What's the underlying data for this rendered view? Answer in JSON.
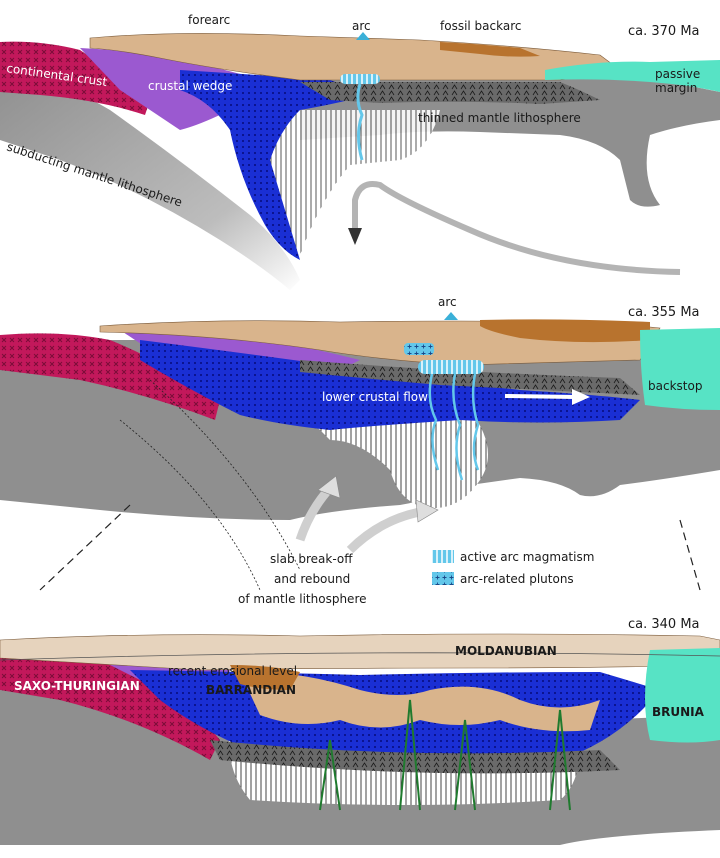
{
  "colors": {
    "mantle_gray": "#8f8f8f",
    "continental_crust": "#c2185b",
    "crustal_wedge": "#9b59d0",
    "lower_crust_blue": "#1a2fd4",
    "upper_crust_tan": "#d9b48c",
    "fossil_backarc_brown": "#b8732e",
    "passive_margin": "#57e3c5",
    "arc_magma": "#63c7ea",
    "dark_band": "#5a5a5a"
  },
  "panels": [
    {
      "age": "ca. 370 Ma",
      "labels": {
        "forearc": "forearc",
        "arc": "arc",
        "fossil_backarc": "fossil backarc",
        "passive_margin_1": "passive",
        "passive_margin_2": "margin",
        "continental_crust": "continental crust",
        "crustal_wedge": "crustal wedge",
        "thinned_mantle": "thinned mantle lithosphere",
        "subducting_mantle": "subducting mantle lithosphere"
      }
    },
    {
      "age": "ca. 355 Ma",
      "labels": {
        "arc": "arc",
        "backstop": "backstop",
        "lower_crustal_flow": "lower crustal flow"
      }
    },
    {
      "age": "ca. 340 Ma",
      "labels": {
        "saxo_thuringian": "SAXO-THURINGIAN",
        "barrandian": "BARRANDIAN",
        "moldanubian": "MOLDANUBIAN",
        "brunia": "BRUNIA",
        "erosional_level": "recent erosional level"
      }
    }
  ],
  "annotation": {
    "line1": "slab break-off",
    "line2": "and rebound",
    "line3": "of mantle lithosphere"
  },
  "legend": {
    "items": [
      {
        "label": "active arc magmatism",
        "icon": "vertical-stripes-icon"
      },
      {
        "label": "arc-related plutons",
        "icon": "crosses-icon"
      }
    ]
  }
}
